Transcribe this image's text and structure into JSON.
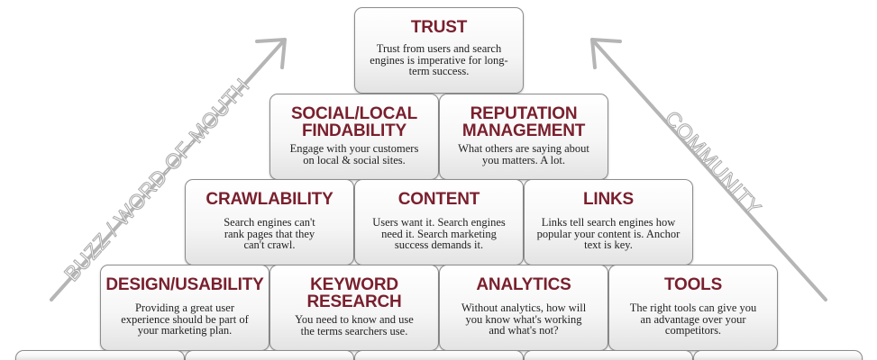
{
  "pyramid": {
    "trust": {
      "title": "TRUST",
      "desc": "Trust from users and search engines is imperative for long-term success."
    },
    "social": {
      "title": "SOCIAL/LOCAL FINDABILITY",
      "desc": "Engage with your customers on local & social sites."
    },
    "reputation": {
      "title": "REPUTATION MANAGEMENT",
      "desc": "What others are saying about you matters. A lot."
    },
    "crawlability": {
      "title": "CRAWLABILITY",
      "desc": "Search engines can't rank pages that they can't crawl."
    },
    "content": {
      "title": "CONTENT",
      "desc": "Users want it. Search engines need it. Search marketing success demands it."
    },
    "links": {
      "title": "LINKS",
      "desc": "Links tell search engines how popular your content is. Anchor text is key."
    },
    "design": {
      "title": "DESIGN/USABILITY",
      "desc": "Providing a great user experience should be part of your marketing plan."
    },
    "keyword": {
      "title": "KEYWORD RESEARCH",
      "desc": "You need to know and use the terms searchers use."
    },
    "analytics": {
      "title": "ANALYTICS",
      "desc": "Without analytics, how will you know what's working and what's not?"
    },
    "tools": {
      "title": "TOOLS",
      "desc": "The right tools can give you an advantage over your competitors."
    }
  },
  "arrows": {
    "left_label": "BUZZ / WORD-OF-MOUTH",
    "right_label": "COMMUNITY",
    "color": "#b5b5b5"
  },
  "colors": {
    "title": "#7a1f2d",
    "text": "#222222",
    "border": "#8c8c8c"
  }
}
